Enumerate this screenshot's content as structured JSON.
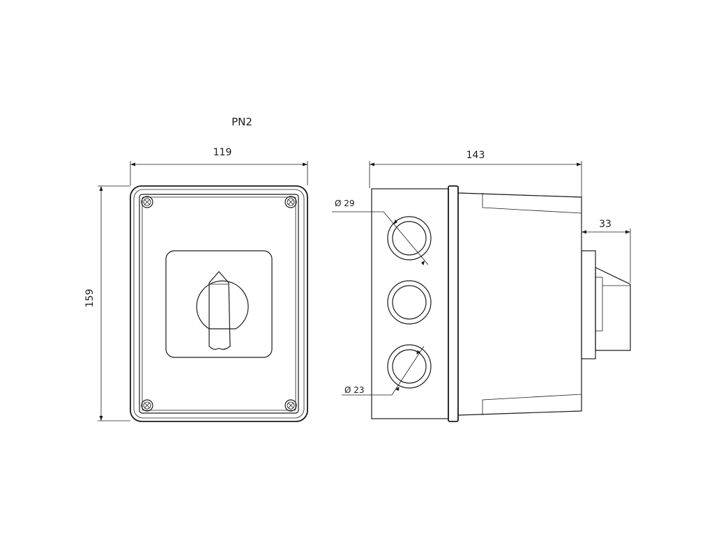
{
  "title": "PN2",
  "dimensions": {
    "front_width": "119",
    "height": "159",
    "side_depth": "143",
    "handle_depth": "33",
    "entry_large": "Ø 29",
    "entry_small": "Ø 23"
  },
  "colors": {
    "line": "#1a1a1a",
    "background": "#ffffff"
  }
}
